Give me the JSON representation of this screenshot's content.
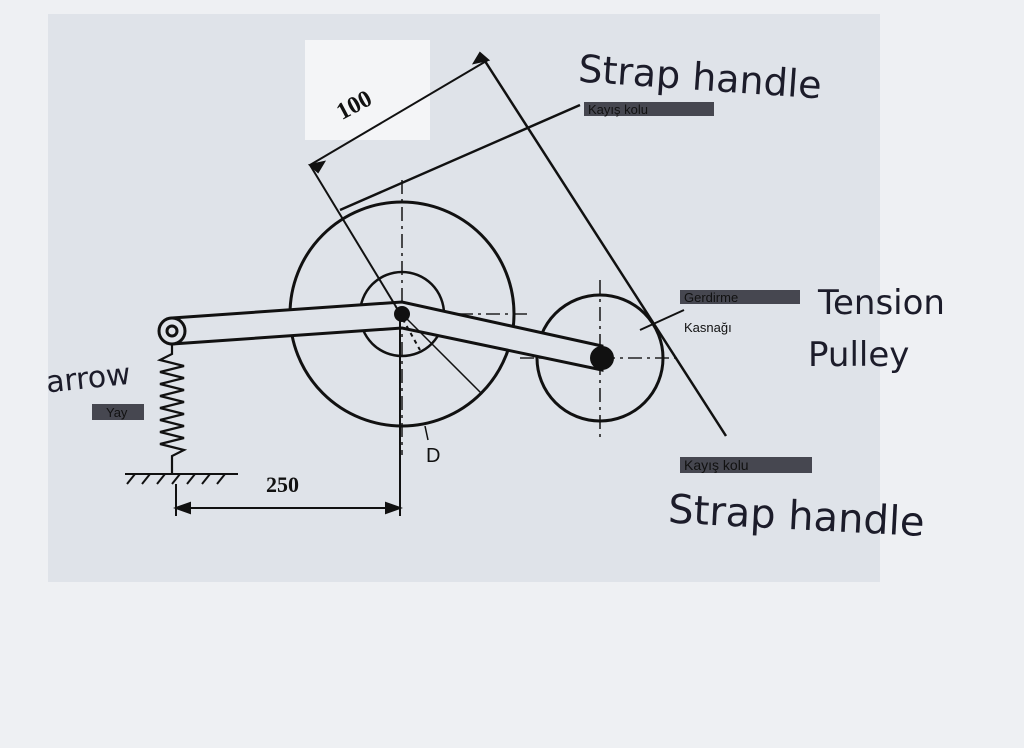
{
  "diagram": {
    "dimension_top": "100",
    "dimension_bottom": "250",
    "diameter_label": "D",
    "printed_labels": {
      "strap_handle_top": "Kayış kolu",
      "tension_pulley_line1": "Gerdirme",
      "tension_pulley_line2": "Kasnağı",
      "spring": "Yay",
      "strap_handle_bottom": "Kayış kolu"
    },
    "handwritten_labels": {
      "strap_handle_top": "Strap handle",
      "tension_line1": "Tension",
      "tension_line2": "Pulley",
      "arrow": "arrow",
      "strap_handle_bottom": "Strap handle"
    }
  },
  "colors": {
    "paper": "#eef0f3",
    "figure_bg": "#dfe3e9",
    "ink": "#111111",
    "pen": "#1c1c2a"
  }
}
